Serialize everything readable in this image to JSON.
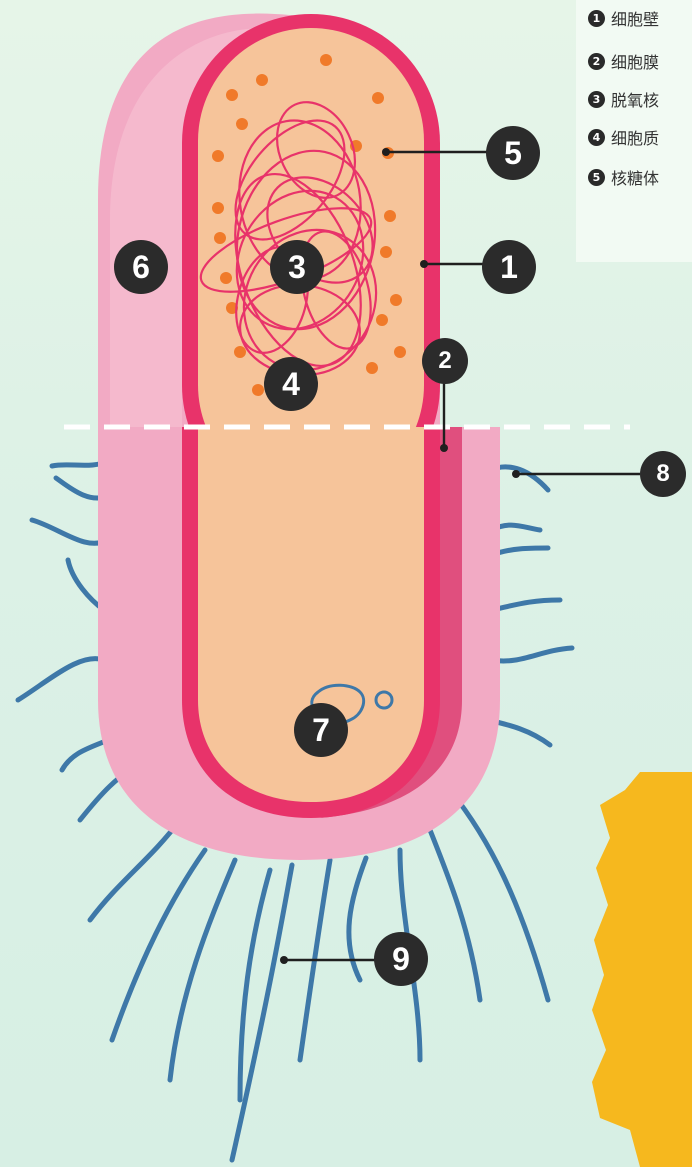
{
  "legend": [
    {
      "num": "1",
      "text": "细胞壁"
    },
    {
      "num": "2",
      "text": "细胞膜"
    },
    {
      "num": "3",
      "text": "脱氧核"
    },
    {
      "num": "4",
      "text": "细胞质"
    },
    {
      "num": "5",
      "text": "核糖体"
    }
  ],
  "labels": {
    "n1": "1",
    "n2": "2",
    "n3": "3",
    "n4": "4",
    "n5": "5",
    "n6": "6",
    "n7": "7",
    "n8": "8",
    "n9": "9"
  },
  "colors": {
    "background": "#dcf1e6",
    "capsule": "#f2aac4",
    "cell_wall": "#e8336a",
    "cytoplasm": "#f6c49a",
    "dna": "#e8336a",
    "ribosome": "#f07a2a",
    "flagella": "#3e78a8",
    "badge": "#2b2b2b",
    "gear": "#f6b81e"
  }
}
